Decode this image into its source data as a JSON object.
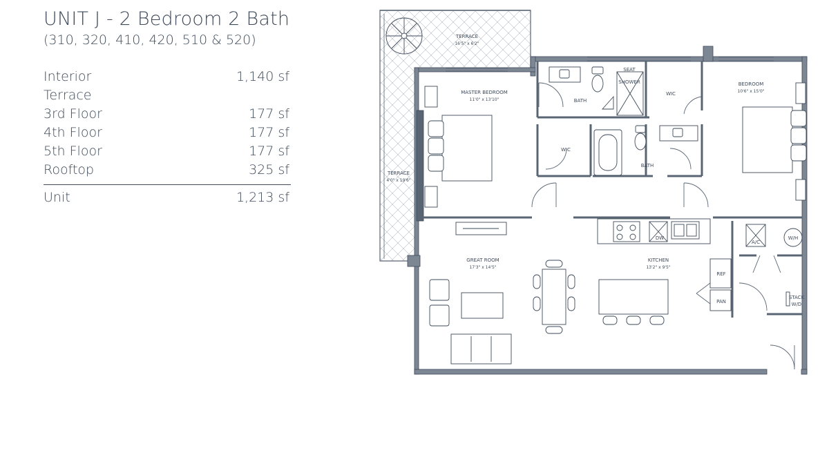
{
  "unit": {
    "title": "UNIT J - 2 Bedroom 2 Bath",
    "numbers": "(310, 320, 410, 420, 510 & 520)"
  },
  "areas": [
    {
      "label": "Interior",
      "value": "1,140 sf"
    },
    {
      "label": "Terrace",
      "value": ""
    },
    {
      "label": "3rd Floor",
      "value": "177 sf"
    },
    {
      "label": "4th Floor",
      "value": "177 sf"
    },
    {
      "label": "5th Floor",
      "value": "177 sf"
    },
    {
      "label": "Rooftop",
      "value": "325 sf"
    }
  ],
  "total": {
    "label": "Unit",
    "value": "1,213 sf"
  },
  "plan": {
    "rooms": {
      "terrace_top": {
        "name": "TERRACE",
        "dims": "16'5\" x 6'2\""
      },
      "terrace_side": {
        "name": "TERRACE",
        "dims": "4'0\" x 19'6\""
      },
      "master_bedroom": {
        "name": "MASTER BEDROOM",
        "dims": "11'0\" x 13'10\""
      },
      "bedroom": {
        "name": "BEDROOM",
        "dims": "10'6\" x 15'0\""
      },
      "great_room": {
        "name": "GREAT ROOM",
        "dims": "17'3\" x 14'5\""
      },
      "kitchen": {
        "name": "KITCHEN",
        "dims": "13'2\" x 9'5\""
      },
      "bath_master": {
        "name": "BATH"
      },
      "bath_second": {
        "name": "BATH"
      },
      "wic_master": {
        "name": "WIC"
      },
      "wic_bedroom": {
        "name": "WIC"
      }
    },
    "fixtures": {
      "seat": "SEAT",
      "shower": "SHOWER",
      "dw": "DW",
      "ac": "A/C",
      "wh": "W/H",
      "ref": "REF",
      "pan": "PAN",
      "stack_1": "STACK",
      "stack_2": "W/D"
    },
    "colors": {
      "wall": "#3e4a59",
      "wall_fill": "#7d8794",
      "line": "#5a6573"
    }
  }
}
